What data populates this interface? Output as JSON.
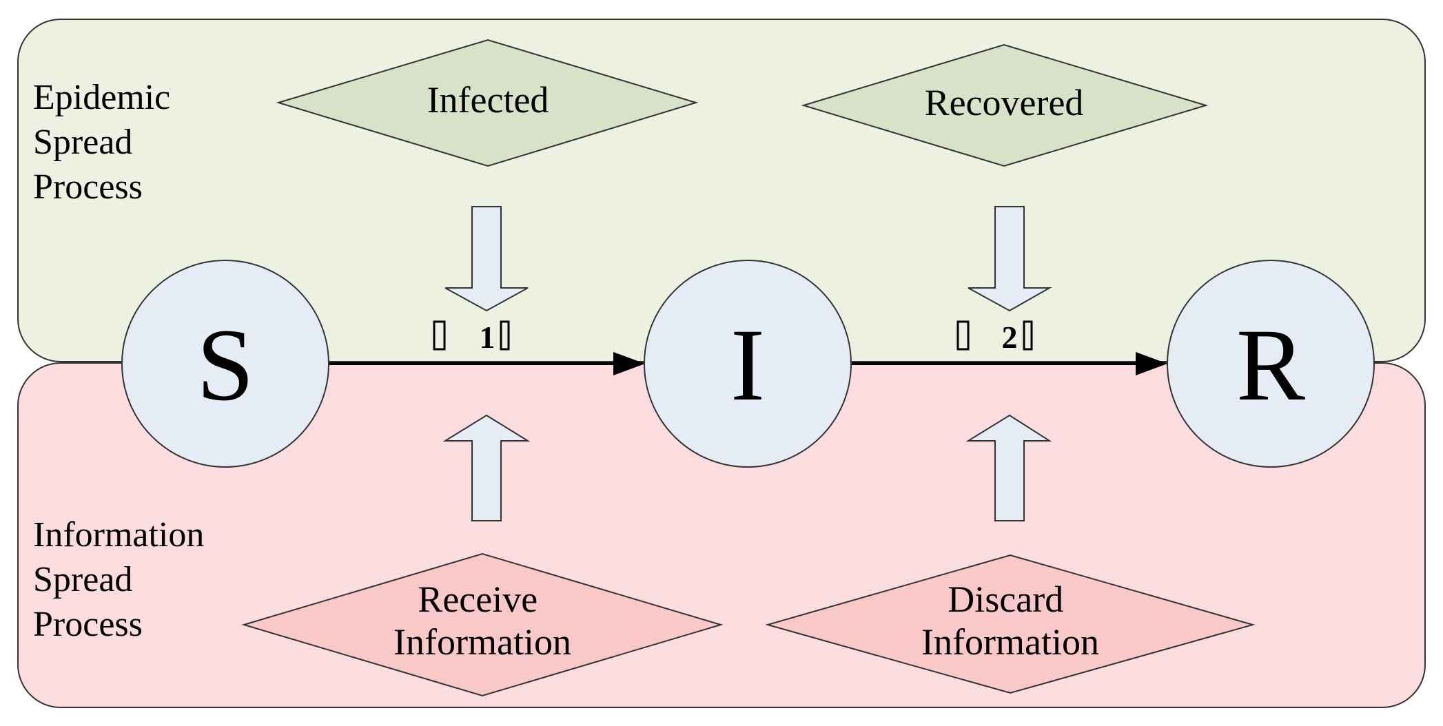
{
  "panels": {
    "epidemic": {
      "label_lines": [
        "Epidemic",
        "Spread",
        "Process"
      ],
      "color": "#ecf1e2"
    },
    "information": {
      "label_lines": [
        "Information",
        "Spread",
        "Process"
      ],
      "color": "#fbdddf"
    }
  },
  "nodes": {
    "s": {
      "label": "S",
      "color": "#e6ecf6"
    },
    "i": {
      "label": "I",
      "color": "#e6ecf6"
    },
    "r": {
      "label": "R",
      "color": "#e6ecf6"
    }
  },
  "diamonds": {
    "infected": {
      "lines": [
        "Infected"
      ],
      "color": "#d9e2c8"
    },
    "recovered": {
      "lines": [
        "Recovered"
      ],
      "color": "#d9e2c8"
    },
    "receive": {
      "lines": [
        "Receive",
        "Information"
      ],
      "color": "#f9c9ca"
    },
    "discard": {
      "lines": [
        "Discard",
        "Information"
      ],
      "color": "#f9c9ca"
    }
  },
  "transitions": {
    "s_to_i": {
      "rate_label": "1"
    },
    "i_to_r": {
      "rate_label": "2"
    }
  },
  "arrow_fill": "#e6ecf6"
}
